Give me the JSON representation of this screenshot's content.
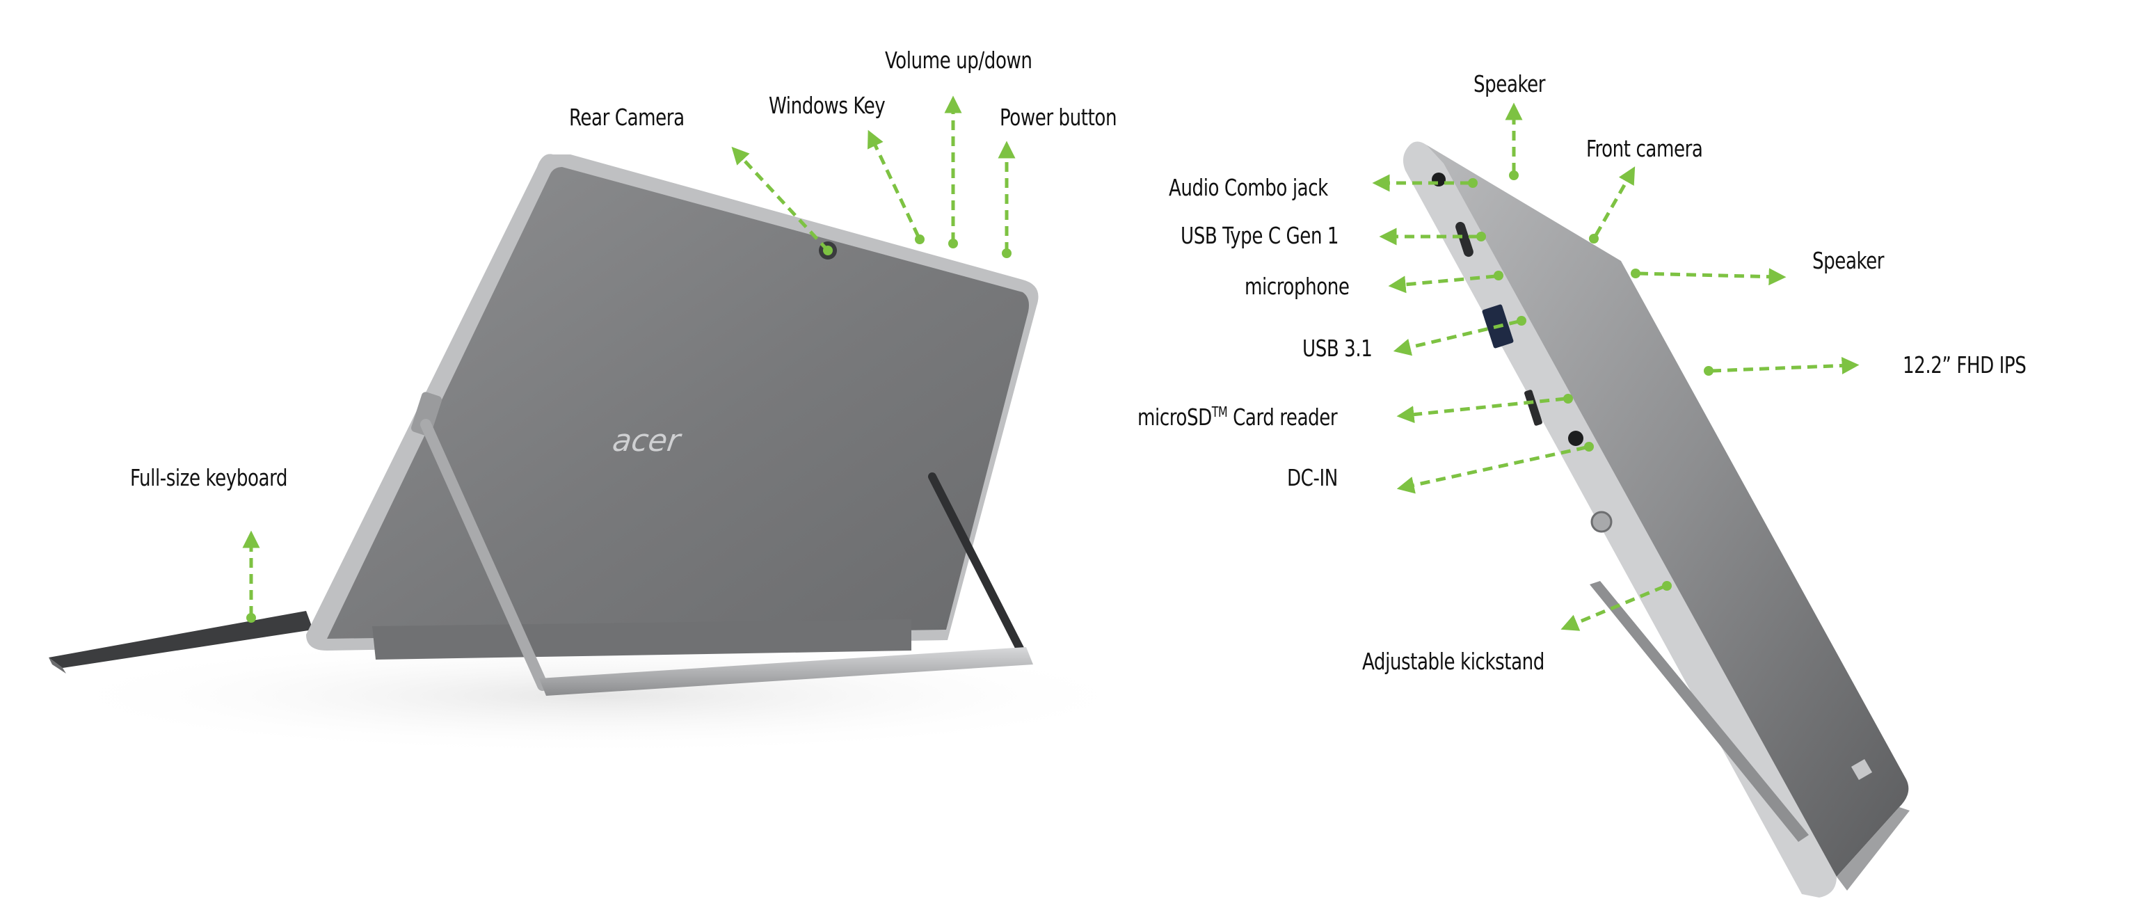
{
  "theme": {
    "accent": "#7dc242",
    "text": "#111111",
    "device_dark": "#5e5f61",
    "device_mid": "#808183",
    "device_light": "#c9cacc",
    "background": "#ffffff"
  },
  "rear_view": {
    "logo": "acer",
    "callouts": [
      {
        "id": "volume",
        "label": "Volume up/down",
        "icon": "volume-button-icon"
      },
      {
        "id": "rear-camera",
        "label": "Rear Camera",
        "icon": "camera-icon"
      },
      {
        "id": "windows-key",
        "label": "Windows Key",
        "icon": "windows-key-icon"
      },
      {
        "id": "power",
        "label": "Power button",
        "icon": "power-button-icon"
      },
      {
        "id": "keyboard",
        "label": "Full-size keyboard",
        "icon": "keyboard-icon"
      }
    ]
  },
  "side_view": {
    "callouts": [
      {
        "id": "speaker-top",
        "label": "Speaker"
      },
      {
        "id": "front-camera",
        "label": "Front camera"
      },
      {
        "id": "audio-jack",
        "label": "Audio Combo jack"
      },
      {
        "id": "usb-c",
        "label": "USB Type C Gen 1"
      },
      {
        "id": "speaker-side",
        "label": "Speaker"
      },
      {
        "id": "microphone",
        "label": "microphone"
      },
      {
        "id": "usb31",
        "label": "USB 3.1"
      },
      {
        "id": "display",
        "label": "12.2” FHD IPS"
      },
      {
        "id": "microsd",
        "label": "microSD",
        "sup": "TM",
        "suffix": " Card reader"
      },
      {
        "id": "dc-in",
        "label": "DC-IN"
      },
      {
        "id": "kickstand",
        "label": "Adjustable kickstand"
      }
    ]
  }
}
